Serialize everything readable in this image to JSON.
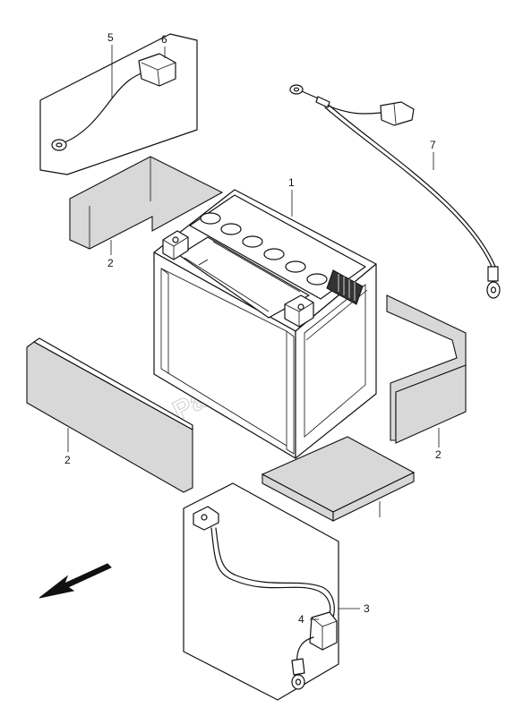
{
  "callouts": {
    "battery": "1",
    "pad_left_top": "2",
    "pad_left_bottom": "2",
    "pad_right": "2",
    "cable_minus": "3",
    "boot_lower": "4",
    "cable_upper": "5",
    "boot_upper": "6",
    "breather_cable": "7"
  },
  "watermark": "PartsRepublik",
  "direction_arrow": "front-arrow-icon",
  "colors": {
    "line": "#111111",
    "pad_fill": "#d8d8d8",
    "watermark": "#c8c8c8"
  }
}
